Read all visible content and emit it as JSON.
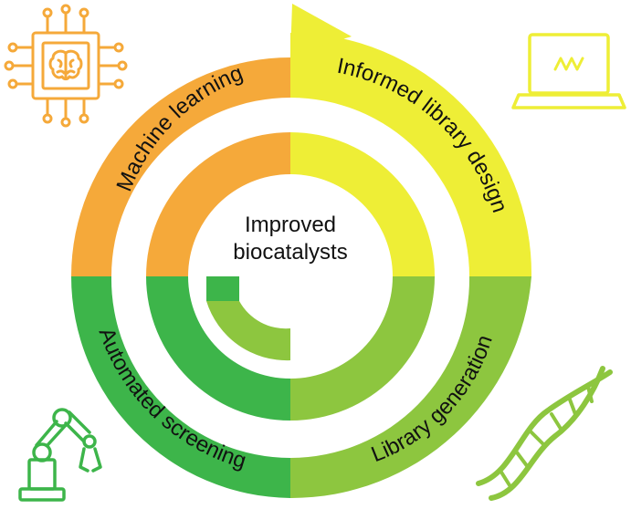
{
  "center": {
    "line1": "Improved",
    "line2": "biocatalysts"
  },
  "stages": [
    {
      "id": "machine-learning",
      "label": "Machine learning",
      "color": "#F5A93A"
    },
    {
      "id": "informed-library-design",
      "label": "Informed library design",
      "color": "#EEEE36"
    },
    {
      "id": "library-generation",
      "label": "Library generation",
      "color": "#8DC63F"
    },
    {
      "id": "automated-screening",
      "label": "Automated screening",
      "color": "#3DB54A"
    }
  ],
  "icons": {
    "machine_learning": "ai-chip-brain-icon",
    "library_design": "laptop-sequence-icon",
    "library_generation": "dna-helix-icon",
    "screening": "robotic-arm-icon"
  }
}
